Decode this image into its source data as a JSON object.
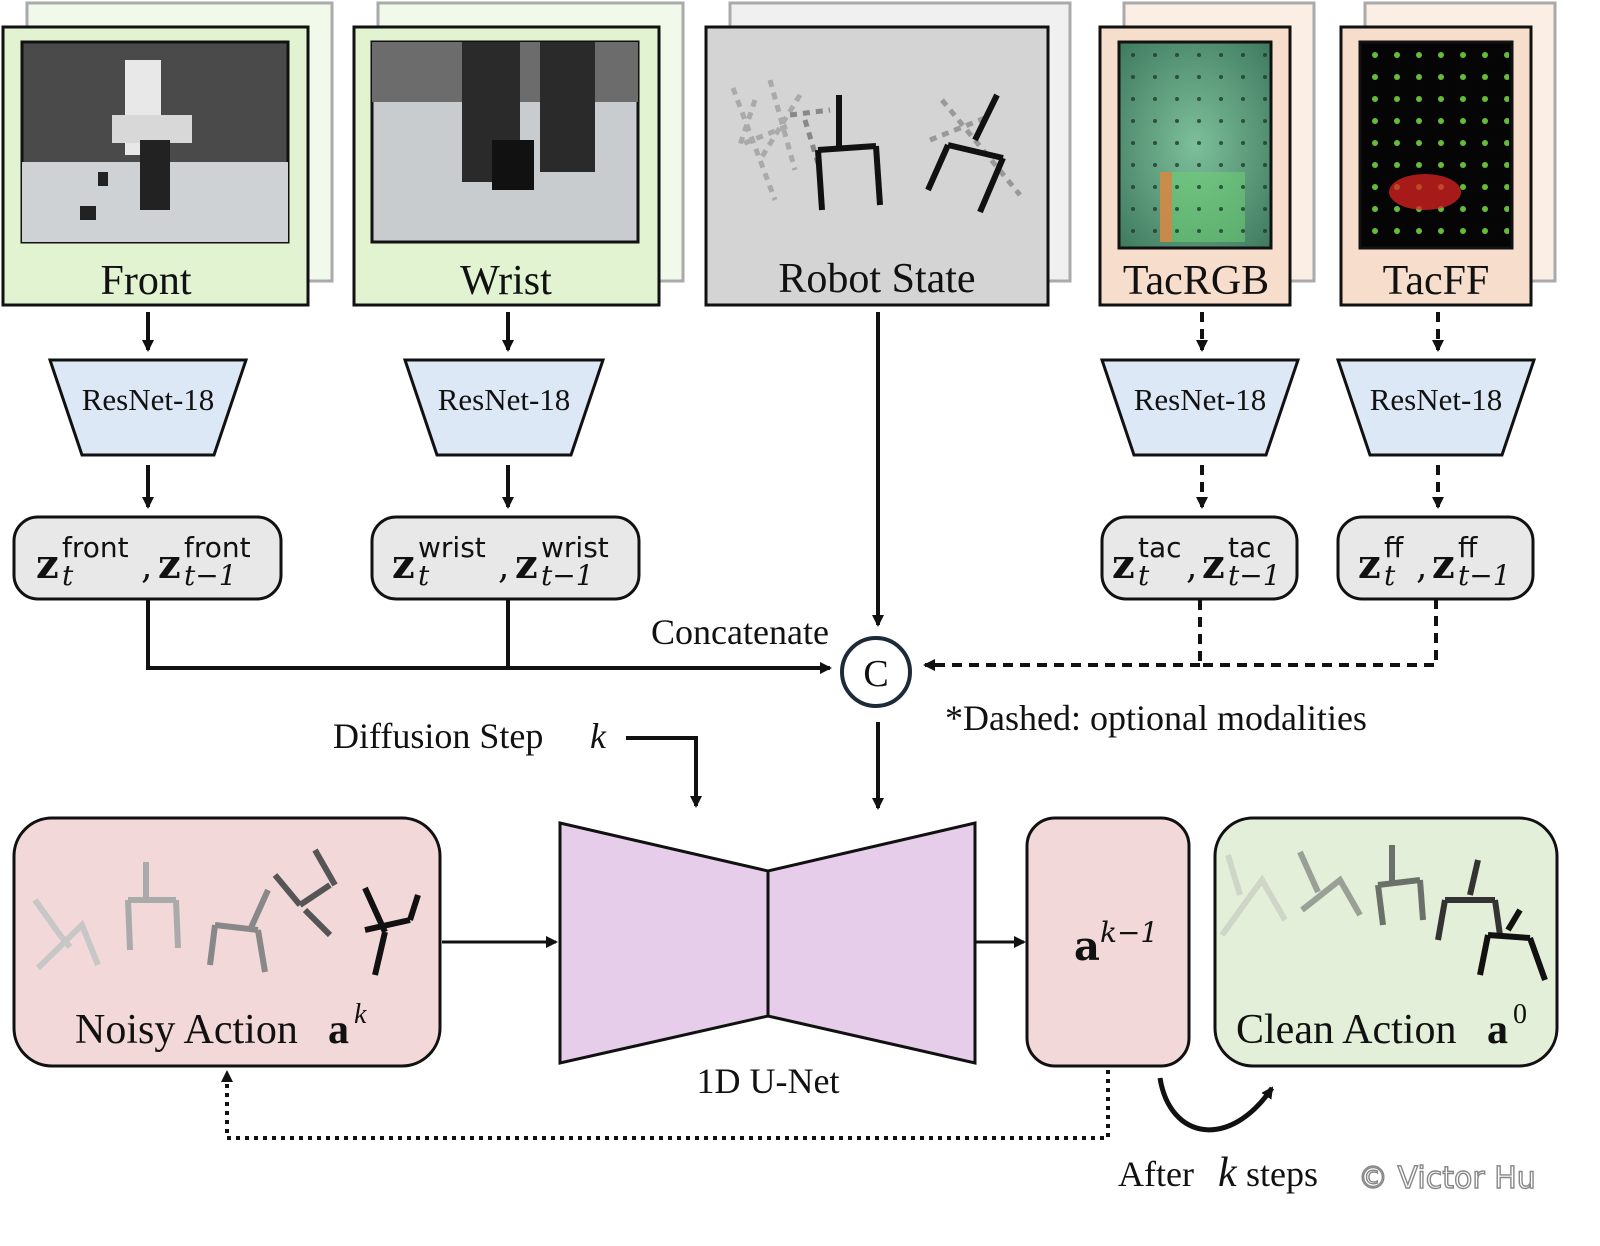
{
  "inputs": {
    "front": "Front",
    "wrist": "Wrist",
    "robot_state": "Robot State",
    "tac_rgb": "TacRGB",
    "tac_ff": "TacFF"
  },
  "encoder_label": "ResNet-18",
  "tokens": {
    "front": {
      "main": "z",
      "sub_a": "t",
      "sub_b": "t−1",
      "sup": "front"
    },
    "wrist": {
      "main": "z",
      "sub_a": "t",
      "sub_b": "t−1",
      "sup": "wrist"
    },
    "tac": {
      "main": "z",
      "sub_a": "t",
      "sub_b": "t−1",
      "sup": "tac"
    },
    "ff": {
      "main": "z",
      "sub_a": "t",
      "sub_b": "t−1",
      "sup": "ff"
    },
    "comma": ","
  },
  "concat": {
    "label": "Concatenate",
    "symbol": "C"
  },
  "note": "*Dashed: optional modalities",
  "diffusion": {
    "label": "Diffusion Step",
    "var": "k"
  },
  "noisy": {
    "label": "Noisy Action",
    "bold": "a",
    "sup": "k"
  },
  "unet": "1D U-Net",
  "ak1": {
    "bold": "a",
    "sup": "k−1"
  },
  "clean": {
    "label": "Clean Action",
    "bold": "a",
    "sup": "0"
  },
  "after": {
    "pre": "After",
    "var": "k",
    "post": "steps"
  },
  "watermark": "© Victor Hu",
  "colors": {
    "camera_green": "#e2f3d2",
    "robot_gray": "#d4d4d4",
    "tactile_peach": "#f6ddcc",
    "encoder_blue": "#dde8f6",
    "token_gray": "#e8e8e8",
    "noisy_pink": "#f2d8d8",
    "unet_purple": "#e6cdea",
    "clean_green": "#e3efd9"
  }
}
